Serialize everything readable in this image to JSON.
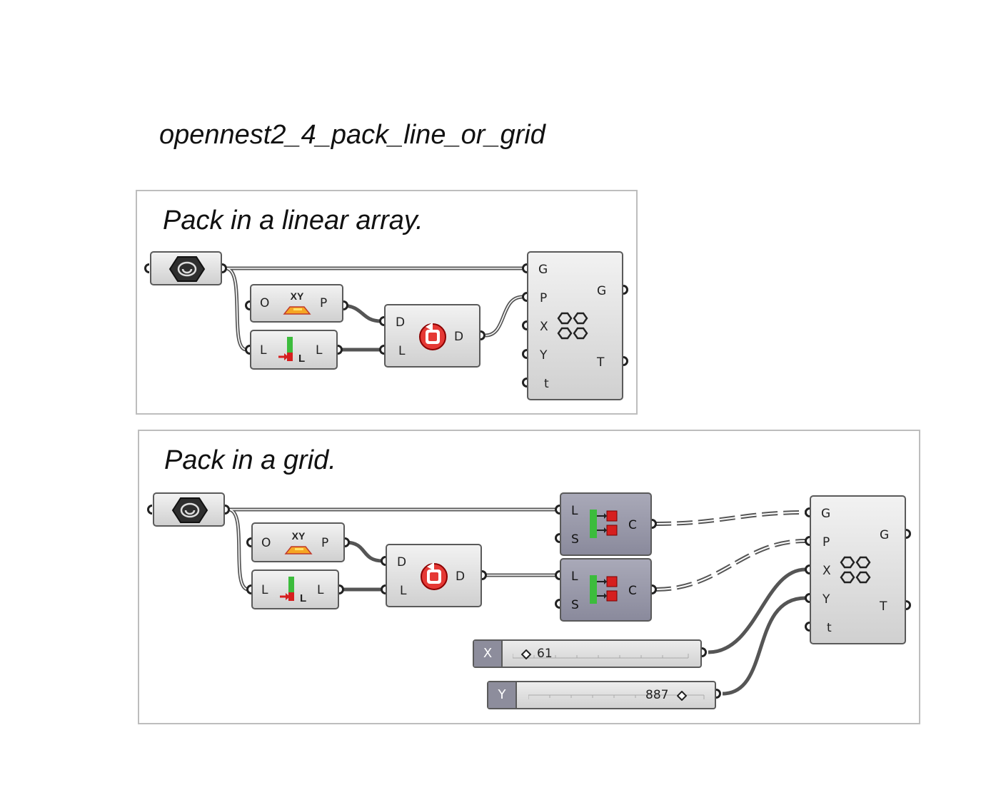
{
  "title": "opennest2_4_pack_line_or_grid",
  "groups": [
    {
      "title": "Pack in a linear array."
    },
    {
      "title": "Pack in a grid."
    }
  ],
  "ports": {
    "plane": {
      "in": "O",
      "out": "P"
    },
    "listlen": {
      "in": "L",
      "out": "L"
    },
    "series": {
      "in": [
        "D",
        "L"
      ],
      "out": "D"
    },
    "pack": {
      "in": [
        "G",
        "P",
        "X",
        "Y",
        "t"
      ],
      "out": [
        "G",
        "T"
      ]
    },
    "partition": {
      "in": [
        "L",
        "S"
      ],
      "out": "C"
    }
  },
  "sliders": {
    "x": {
      "label": "X",
      "value": "61"
    },
    "y": {
      "label": "Y",
      "value": "887"
    }
  }
}
